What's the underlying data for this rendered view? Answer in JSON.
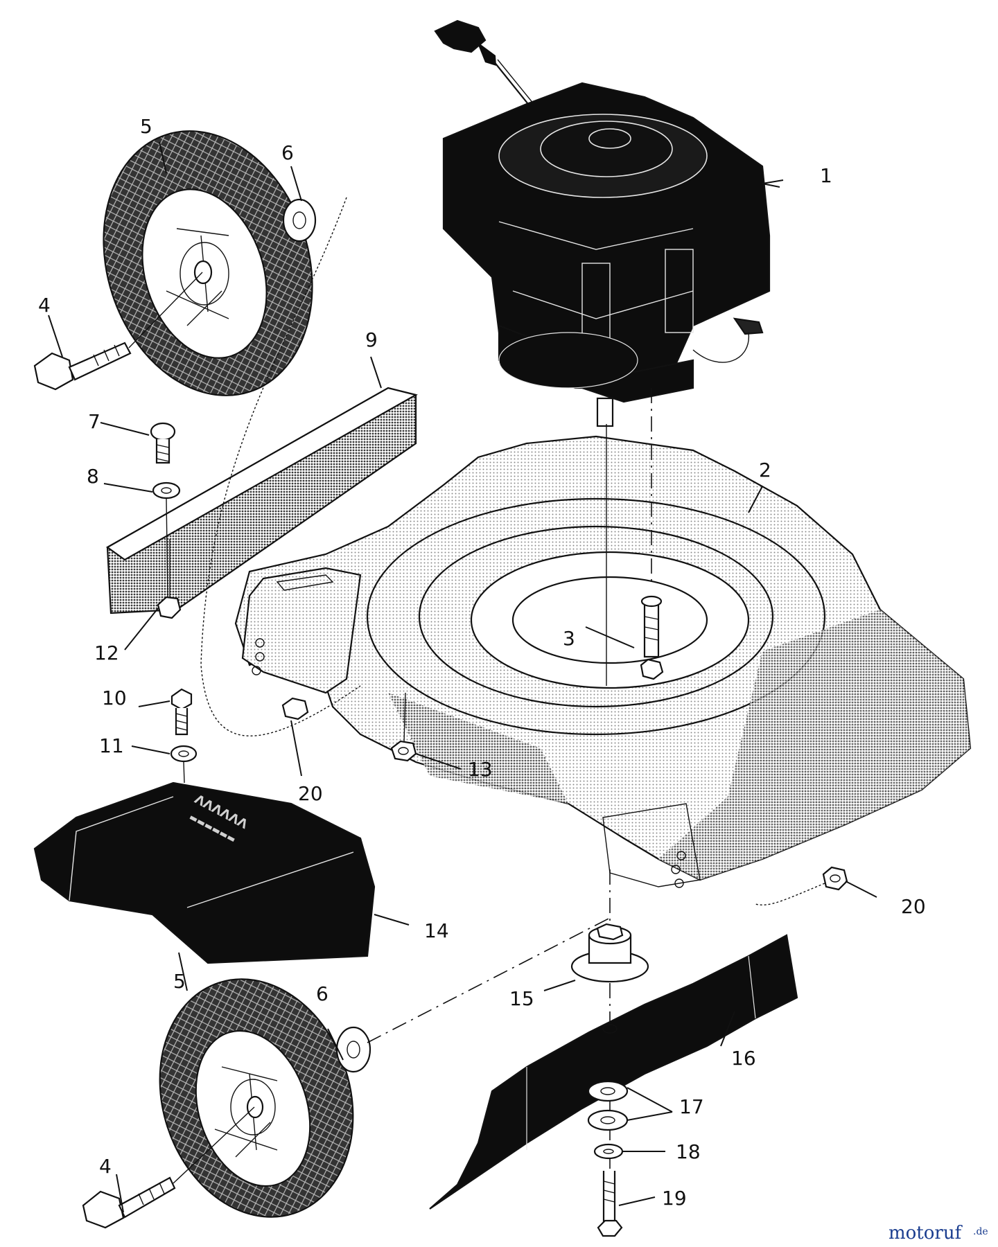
{
  "diagram": {
    "callouts": [
      {
        "id": "1",
        "label": "1"
      },
      {
        "id": "2",
        "label": "2"
      },
      {
        "id": "3",
        "label": "3"
      },
      {
        "id": "4a",
        "label": "4"
      },
      {
        "id": "4b",
        "label": "4"
      },
      {
        "id": "5a",
        "label": "5"
      },
      {
        "id": "5b",
        "label": "5"
      },
      {
        "id": "6a",
        "label": "6"
      },
      {
        "id": "6b",
        "label": "6"
      },
      {
        "id": "7",
        "label": "7"
      },
      {
        "id": "8",
        "label": "8"
      },
      {
        "id": "9",
        "label": "9"
      },
      {
        "id": "10",
        "label": "10"
      },
      {
        "id": "11",
        "label": "11"
      },
      {
        "id": "12",
        "label": "12"
      },
      {
        "id": "13",
        "label": "13"
      },
      {
        "id": "14",
        "label": "14"
      },
      {
        "id": "15",
        "label": "15"
      },
      {
        "id": "16",
        "label": "16"
      },
      {
        "id": "17",
        "label": "17"
      },
      {
        "id": "18",
        "label": "18"
      },
      {
        "id": "19",
        "label": "19"
      },
      {
        "id": "20a",
        "label": "20"
      },
      {
        "id": "20b",
        "label": "20"
      }
    ],
    "colors": {
      "ink": "#111111",
      "deck_fill": "#d9d9d9",
      "dark_part": "#0d0d0d",
      "tire": "#2b2b2b"
    }
  },
  "watermark": {
    "logo_text": "motoruf",
    "logo_suffix": ".de",
    "logo_colors": [
      "#1a3d8f",
      "#e0262b",
      "#f5a623",
      "#2e9b3e"
    ]
  }
}
